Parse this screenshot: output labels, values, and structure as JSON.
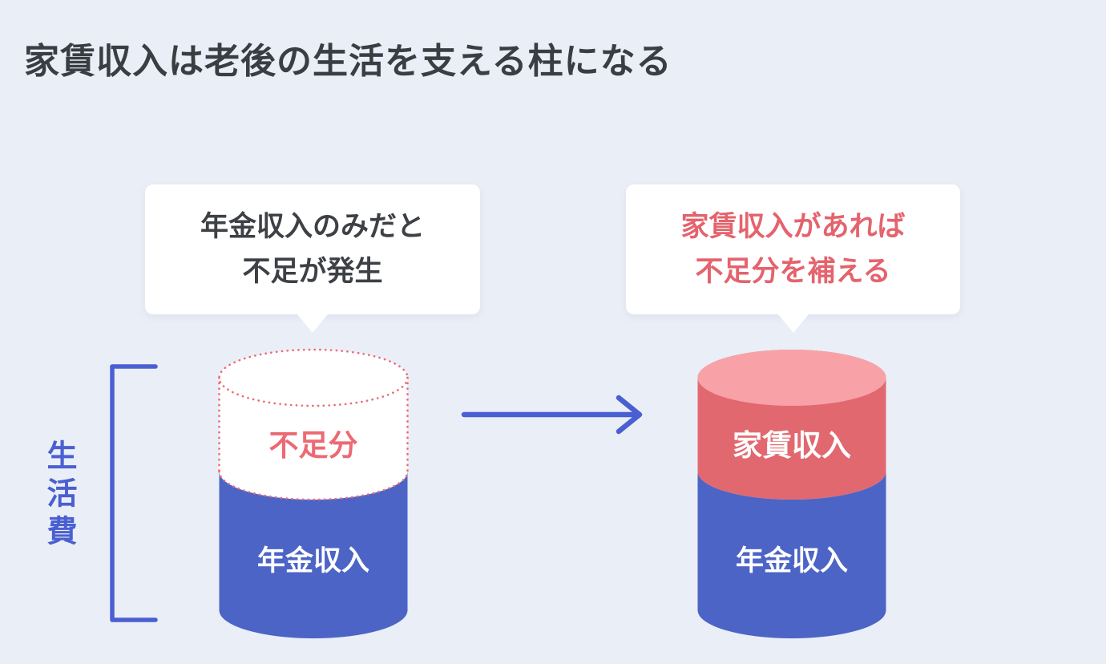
{
  "title": "家賃収入は老後の生活を支える柱になる",
  "callouts": {
    "left": {
      "line1": "年金収入のみだと",
      "line2": "不足が発生"
    },
    "right": {
      "line1": "家賃収入があれば",
      "line2": "不足分を補える"
    }
  },
  "bracket": {
    "label": "生活費"
  },
  "cylinders": {
    "left": {
      "top_label": "不足分",
      "bottom_label": "年金収入"
    },
    "right": {
      "top_label": "家賃収入",
      "bottom_label": "年金収入"
    }
  },
  "colors": {
    "background": "#eaeef7",
    "cylinder_blue": "#4c64c6",
    "accent_blue": "#4a5fd1",
    "rent_red": "#e26870",
    "rent_pink_top": "#f8a2a8",
    "shortage_red": "#ec6a74",
    "callout_red_text": "#e4636d",
    "dark_text": "#3a3e43",
    "callout_bg": "#ffffff"
  }
}
